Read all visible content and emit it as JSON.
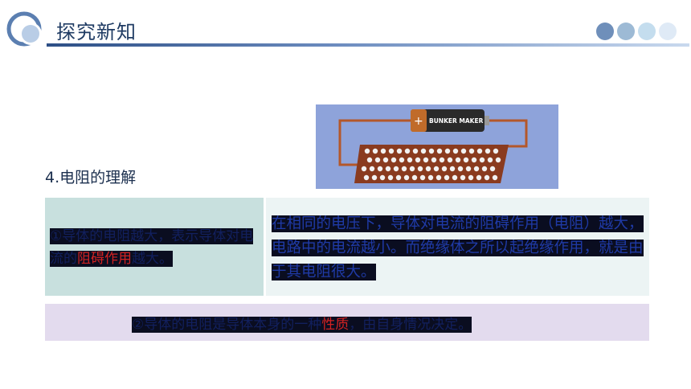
{
  "header": {
    "title": "探究新知"
  },
  "header_dots": [
    "#6f8fba",
    "#9dbad5",
    "#c4ddee",
    "#dfeaf6"
  ],
  "figure": {
    "battery_label": "BUNKER MAKER"
  },
  "section": {
    "label": "4.电阻的理解"
  },
  "point1": {
    "before": "①导体的电阻越大，表示导体对电流的",
    "emphasis": "阻碍作用",
    "after": "越大。"
  },
  "explain": {
    "text": "在相同的电压下，导体对电流的阻碍作用（电阻）越大，电路中的电流越小。而绝缘体之所以起绝缘作用，就是由于其电阻很大。"
  },
  "point2": {
    "before": "②导体的电阻是导体本身的一种",
    "emphasis": "性质",
    "after": "，由自身情况决定。"
  }
}
